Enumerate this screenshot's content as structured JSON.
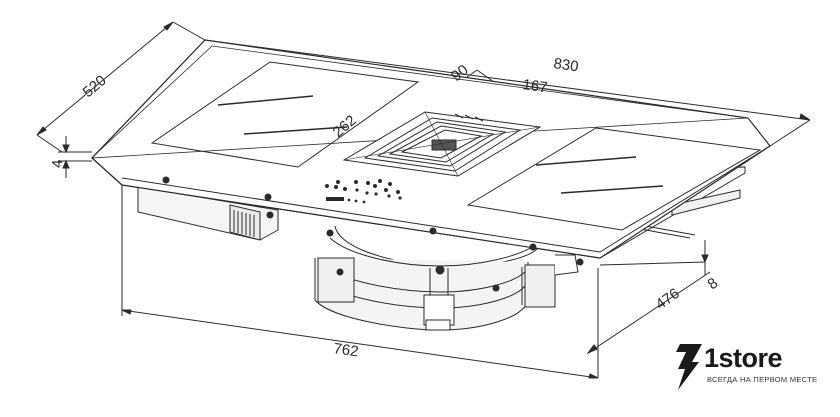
{
  "dimensions": {
    "width_total": "830",
    "depth": "520",
    "thickness": "4",
    "vent_width": "90",
    "vent_offset": "167",
    "vent_depth": "262",
    "cutout_width": "762",
    "cutout_depth": "476",
    "cutout_depth_small": "8"
  },
  "logo": {
    "name": "1store",
    "tagline": "ВСЕГДА НА ПЕРВОМ МЕСТЕ"
  },
  "colors": {
    "line": "#2b2b2b",
    "surface": "#ffffff",
    "shade": "#e6e6e6",
    "dark": "#555555"
  }
}
